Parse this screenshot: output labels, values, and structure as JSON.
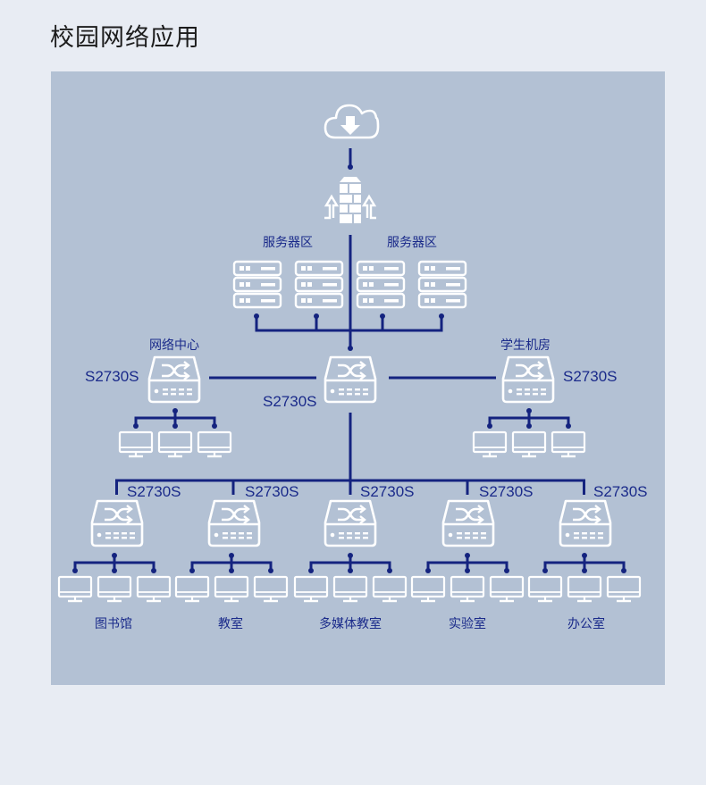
{
  "page": {
    "title": "校园网络应用"
  },
  "diagram": {
    "server_zones": [
      "服务器区",
      "服务器区"
    ],
    "areas": {
      "network_center": "网络中心",
      "student_lab": "学生机房"
    },
    "model": "S2730S",
    "endpoints": [
      "图书馆",
      "教室",
      "多媒体教室",
      "实验室",
      "办公室"
    ],
    "colors": {
      "panel": "#b3c1d4",
      "page": "#e8ecf3",
      "line": "#14237f",
      "label": "#1a2a8a",
      "icon": "#ffffff"
    },
    "icons": [
      "cloud-download-icon",
      "firewall-icon",
      "server-icon",
      "switch-icon",
      "monitor-icon"
    ]
  }
}
